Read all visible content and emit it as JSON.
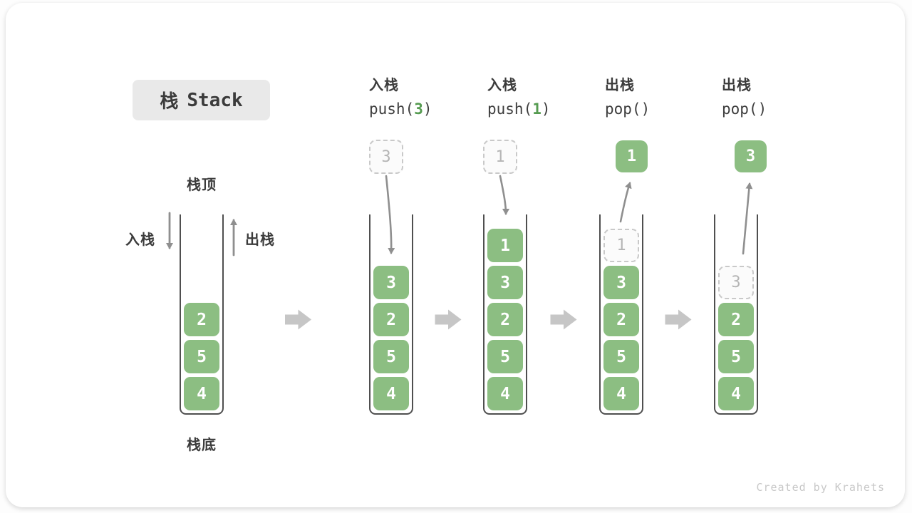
{
  "title": {
    "zh": "栈",
    "en": "Stack"
  },
  "labels": {
    "stack_top": "栈顶",
    "stack_bottom": "栈底",
    "push_side": "入栈",
    "pop_side": "出栈"
  },
  "operations": [
    {
      "name": "入栈",
      "code_prefix": "push(",
      "code_arg": "3",
      "code_suffix": ")"
    },
    {
      "name": "入栈",
      "code_prefix": "push(",
      "code_arg": "1",
      "code_suffix": ")"
    },
    {
      "name": "出栈",
      "code_prefix": "pop(",
      "code_arg": "",
      "code_suffix": ")"
    },
    {
      "name": "出栈",
      "code_prefix": "pop(",
      "code_arg": "",
      "code_suffix": ")"
    }
  ],
  "stacks": [
    {
      "blocks": [
        "2",
        "5",
        "4"
      ]
    },
    {
      "incoming": "3",
      "blocks": [
        "3",
        "2",
        "5",
        "4"
      ]
    },
    {
      "incoming": "1",
      "blocks": [
        "1",
        "3",
        "2",
        "5",
        "4"
      ]
    },
    {
      "outgoing": "1",
      "placeholder": "1",
      "blocks": [
        "3",
        "2",
        "5",
        "4"
      ]
    },
    {
      "outgoing": "3",
      "placeholder": "3",
      "blocks": [
        "2",
        "5",
        "4"
      ]
    }
  ],
  "watermark": "Created by Krahets",
  "colors": {
    "block_green": "#8cbe82",
    "code_arg_green": "#559b50",
    "arrow_gray": "#8f8f8f",
    "big_arrow_gray": "#c6c6c6"
  }
}
